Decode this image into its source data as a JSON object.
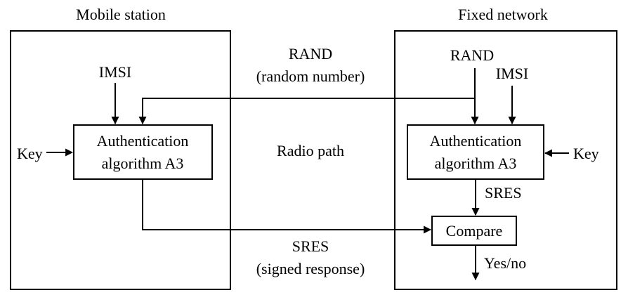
{
  "mobile": {
    "title": "Mobile station",
    "imsi": "IMSI",
    "key": "Key",
    "algo_line1": "Authentication",
    "algo_line2": "algorithm A3"
  },
  "network": {
    "title": "Fixed network",
    "rand": "RAND",
    "imsi": "IMSI",
    "key": "Key",
    "algo_line1": "Authentication",
    "algo_line2": "algorithm A3",
    "sres": "SRES",
    "compare": "Compare",
    "yesno": "Yes/no"
  },
  "channel": {
    "rand_label": "RAND",
    "rand_desc": "(random number)",
    "radio_path": "Radio path",
    "sres_label": "SRES",
    "sres_desc": "(signed response)"
  },
  "colors": {
    "stroke": "#000000",
    "background": "#ffffff"
  }
}
